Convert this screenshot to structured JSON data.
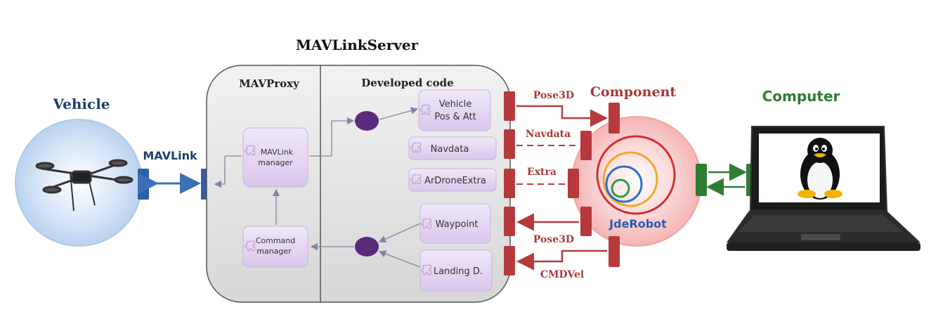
{
  "title": "MAVLinkServer",
  "vehicle": {
    "label": "Vehicle",
    "link_label": "MAVLink"
  },
  "mavproxy": {
    "label": "MAVProxy",
    "mavlink_manager": "MAVLink manager",
    "command_manager": "Command manager"
  },
  "developed_code": {
    "label": "Developed code",
    "modules": [
      "Vehicle Pos & Att",
      "Navdata",
      "ArDroneExtra",
      "Waypoint",
      "Landing D."
    ]
  },
  "interfaces": {
    "pose3d_out": "Pose3D",
    "navdata": "Navdata",
    "extra": "Extra",
    "pose3d_in": "Pose3D",
    "cmdvel": "CMDVel"
  },
  "component": {
    "label": "Component",
    "logo_text": "JdeRobot"
  },
  "computer": {
    "label": "Computer"
  },
  "colors": {
    "vehicle_blue": "#1f3e6e",
    "link_blue": "#3c6fb5",
    "interface_red": "#b63a3c",
    "interface_label": "#a83a3a",
    "computer_green": "#2e7d32",
    "module_purple": "#e6d9f2",
    "connector_purple": "#5c2a7a"
  },
  "icons": [
    "quadcopter-icon",
    "jderobot-logo-icon",
    "laptop-icon",
    "tux-penguin-icon",
    "puzzle-icon"
  ]
}
